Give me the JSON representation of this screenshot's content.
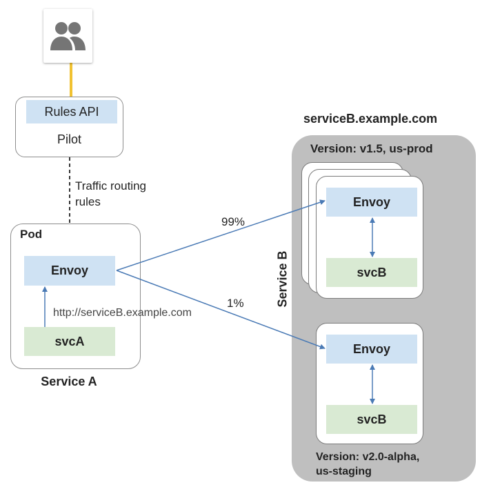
{
  "users": {
    "icon": "people-group-icon"
  },
  "pilot": {
    "rules_api": "Rules API",
    "label": "Pilot"
  },
  "traffic_rules": {
    "label": "Traffic routing\nrules"
  },
  "service_a": {
    "pod_label": "Pod",
    "envoy": "Envoy",
    "app": "svcA",
    "url": "http://serviceB.example.com",
    "label": "Service A"
  },
  "service_b": {
    "host": "serviceB.example.com",
    "label": "Service B",
    "prod": {
      "version": "Version: v1.5, us-prod",
      "envoy": "Envoy",
      "app": "svcB"
    },
    "staging": {
      "version": "Version: v2.0-alpha,\nus-staging",
      "envoy": "Envoy",
      "app": "svcB"
    }
  },
  "routing": {
    "primary_pct": "99%",
    "canary_pct": "1%"
  },
  "colors": {
    "envoy": "#cfe2f3",
    "app": "#d9ead3",
    "region": "#bfbfbf",
    "arrow": "#4a7ab5",
    "api_link": "#f1c232"
  }
}
